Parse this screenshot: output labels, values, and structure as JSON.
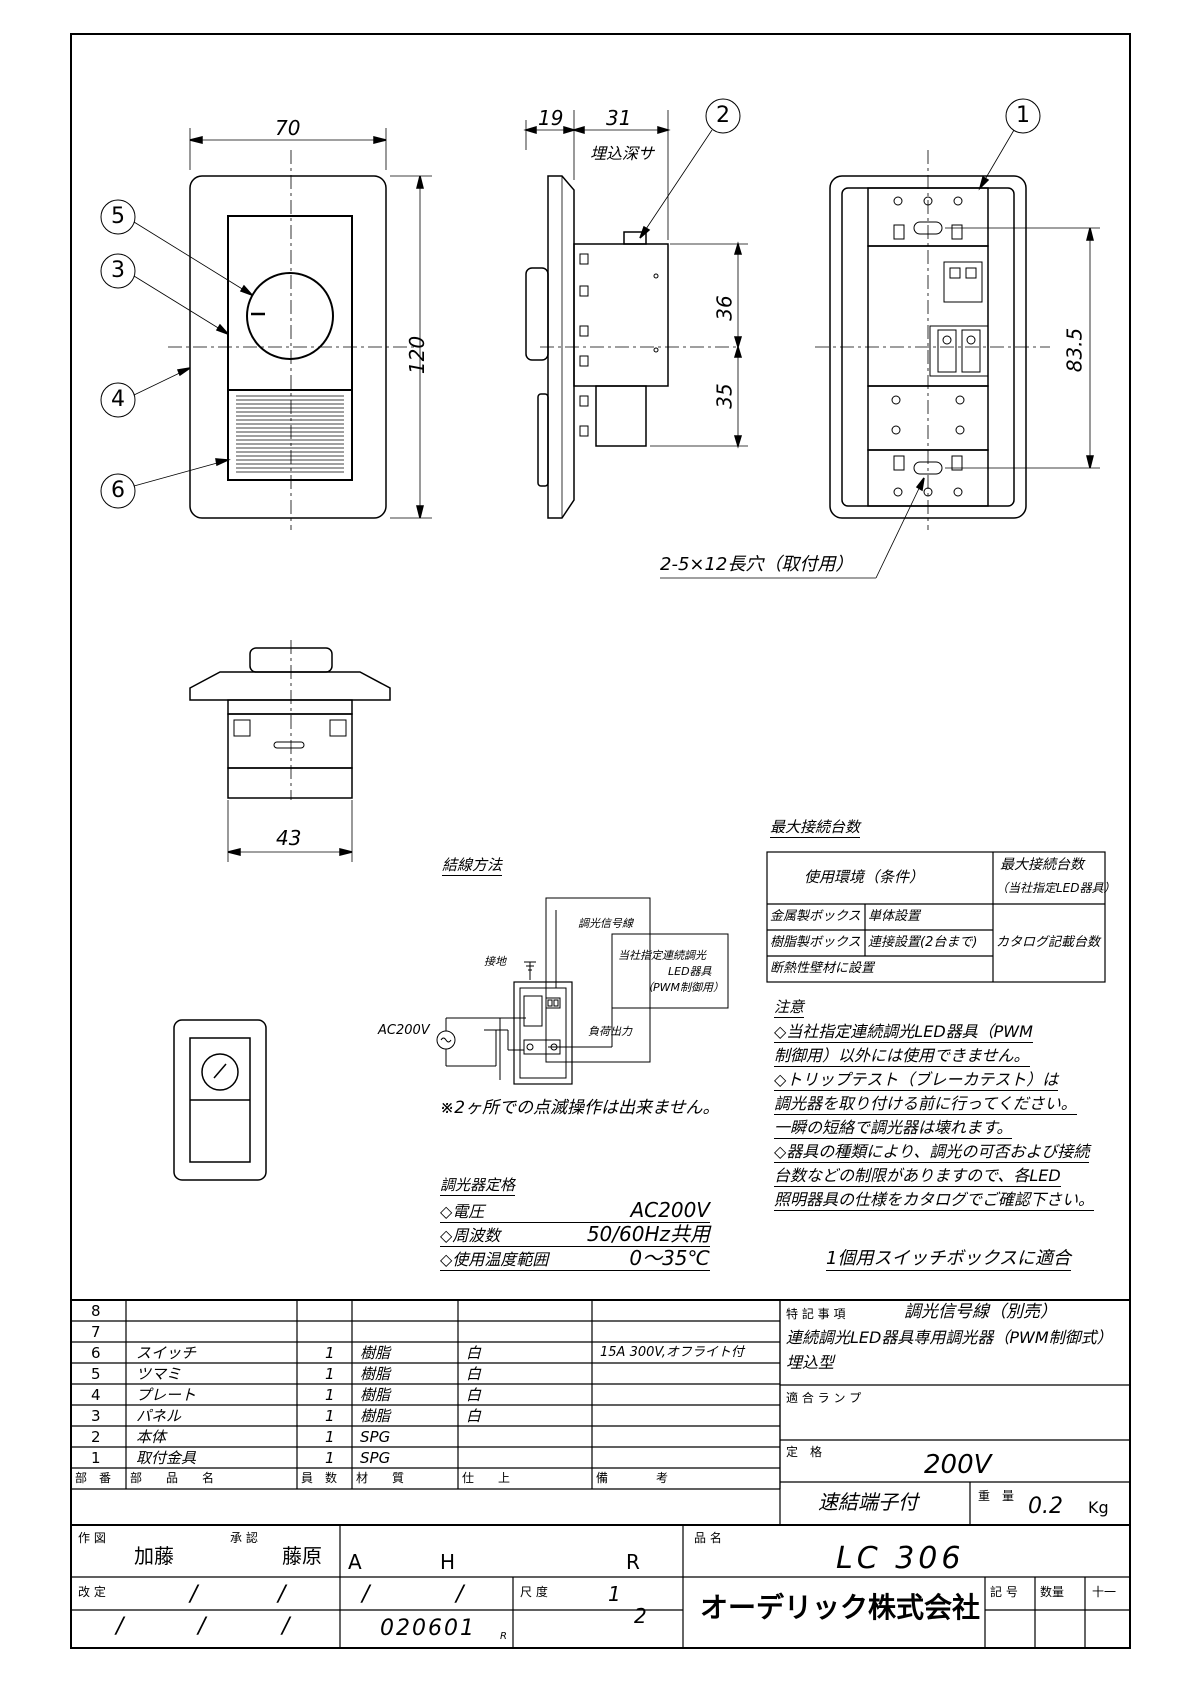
{
  "dims": {
    "w70": "70",
    "h120": "120",
    "d19": "19",
    "d31": "31",
    "depth_label": "埋込深サ",
    "h36": "36",
    "h35": "35",
    "h835": "83.5",
    "w43": "43"
  },
  "callouts": [
    "1",
    "2",
    "3",
    "4",
    "5",
    "6"
  ],
  "slot_note": "2-5×12長穴（取付用）",
  "wiring": {
    "title": "結線方法",
    "signal": "調光信号線",
    "fixture1": "当社指定連続調光",
    "fixture2": "LED器具",
    "fixture3": "（PWM制御用）",
    "ground": "接地",
    "supply": "AC200V",
    "load": "負荷出力",
    "note": "※2ヶ所での点滅操作は出来ません。"
  },
  "max_conn": {
    "title": "最大接続台数",
    "h_env": "使用環境（条件）",
    "h_max1": "最大接続台数",
    "h_max2": "（当社指定LED器具）",
    "rows": [
      {
        "box": "金属製ボックス",
        "cond": "単体設置"
      },
      {
        "box": "樹脂製ボックス",
        "cond": "連接設置(2台まで)"
      },
      {
        "box": "断熱性壁材に設置",
        "cond": ""
      }
    ],
    "value": "カタログ記載台数"
  },
  "notes": {
    "title": "注意",
    "lines": [
      "◇当社指定連続調光LED器具（PWM",
      "制御用）以外には使用できません。",
      "◇トリップテスト（ブレーカテスト）は",
      "調光器を取り付ける前に行ってください。",
      "一瞬の短絡で調光器は壊れます。",
      "◇器具の種類により、調光の可否および接続",
      "台数などの制限がありますので、各LED",
      "照明器具の仕様をカタログでご確認下さい。"
    ]
  },
  "rating": {
    "title": "調光器定格",
    "rows": [
      {
        "k": "◇電圧",
        "v": "AC200V"
      },
      {
        "k": "◇周波数",
        "v": "50/60Hz共用"
      },
      {
        "k": "◇使用温度範囲",
        "v": "0～35℃"
      }
    ]
  },
  "switchbox": "1個用スイッチボックスに適合",
  "parts": [
    {
      "no": "8",
      "name": "",
      "qty": "",
      "mat": "",
      "fin": "",
      "rem": ""
    },
    {
      "no": "7",
      "name": "",
      "qty": "",
      "mat": "",
      "fin": "",
      "rem": ""
    },
    {
      "no": "6",
      "name": "スイッチ",
      "qty": "1",
      "mat": "樹脂",
      "fin": "白",
      "rem": "15A 300V,オフライト付"
    },
    {
      "no": "5",
      "name": "ツマミ",
      "qty": "1",
      "mat": "樹脂",
      "fin": "白",
      "rem": ""
    },
    {
      "no": "4",
      "name": "プレート",
      "qty": "1",
      "mat": "樹脂",
      "fin": "白",
      "rem": ""
    },
    {
      "no": "3",
      "name": "パネル",
      "qty": "1",
      "mat": "樹脂",
      "fin": "白",
      "rem": ""
    },
    {
      "no": "2",
      "name": "本体",
      "qty": "1",
      "mat": "SPG",
      "fin": "",
      "rem": ""
    },
    {
      "no": "1",
      "name": "取付金具",
      "qty": "1",
      "mat": "SPG",
      "fin": "",
      "rem": ""
    }
  ],
  "parts_header": {
    "no": "部　番",
    "name": "部　　品　　名",
    "qty": "員　数",
    "mat": "材　　質",
    "fin": "仕　　上",
    "rem": "備　　　　考"
  },
  "special": {
    "label": "特 記 事 項",
    "l1": "調光信号線（別売）",
    "l2": "連続調光LED器具専用調光器（PWM制御式）",
    "l3": "埋込型",
    "lamp": "適 合 ラ ン プ",
    "rating_label": "定　格",
    "rating": "200V",
    "terminal": "速結端子付",
    "weight_label": "重　量",
    "weight": "0.2",
    "weight_unit": "Kg"
  },
  "title_block": {
    "drawn_label": "作 図",
    "drawn": "加藤",
    "approved_label": "承 認",
    "approved": "藤原",
    "a": "A",
    "h": "H",
    "r": "R",
    "name_label": "品 名",
    "product": "LC 306",
    "rev_label": "改 定",
    "scale_label": "尺 度",
    "scale_num": "1",
    "scale_den": "2",
    "company": "オーデリック株式会社",
    "code_label": "記 号",
    "qty_label": "数量",
    "extra": "十一",
    "date": "020601",
    "date_suffix": "R",
    "slash": "/"
  }
}
